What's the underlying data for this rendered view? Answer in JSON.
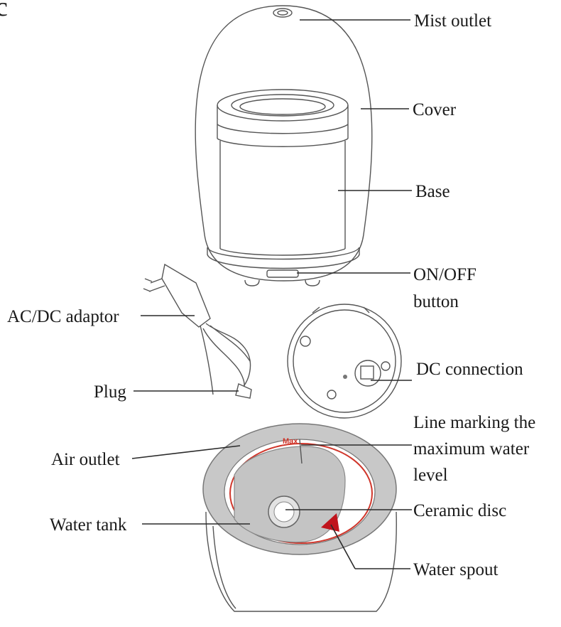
{
  "panel_letter": "c",
  "colors": {
    "max_line": "#d0372c",
    "spout": "#c0141c",
    "disc_fill": "#d6d6d6",
    "tank_outer": "#c8c8c8",
    "tank_inner": "#bdbdbd"
  },
  "labels": {
    "mist_outlet": "Mist outlet",
    "cover": "Cover",
    "base": "Base",
    "on_off_line1": "ON/OFF",
    "on_off_line2": "button",
    "ac_dc_adaptor": "AC/DC adaptor",
    "dc_connection": "DC connection",
    "plug": "Plug",
    "max_line_1": "Line marking the",
    "max_line_2": "maximum water",
    "max_line_3": "level",
    "air_outlet": "Air outlet",
    "water_tank": "Water tank",
    "ceramic_disc": "Ceramic disc",
    "water_spout": "Water spout",
    "max_mark": "Max"
  }
}
